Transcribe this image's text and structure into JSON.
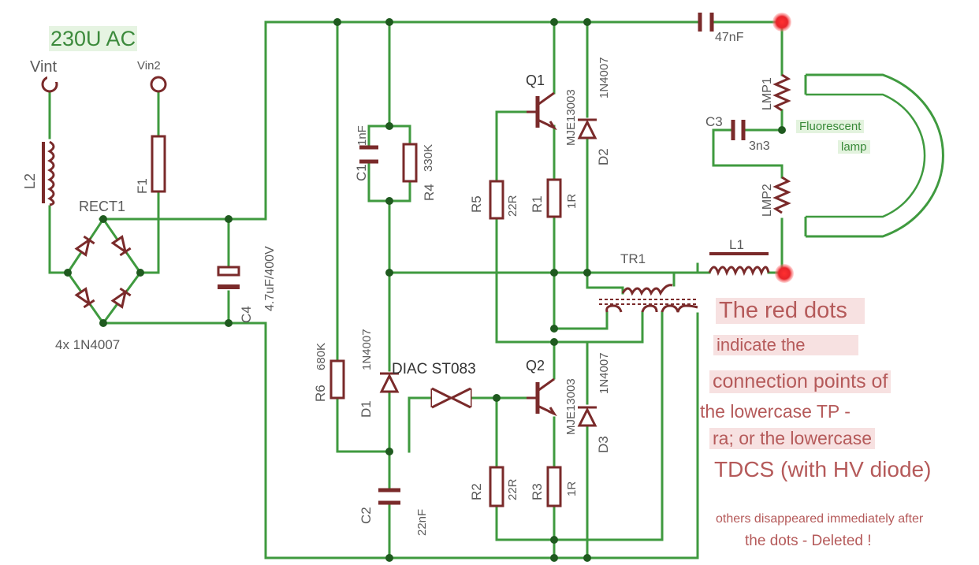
{
  "title": "230U AC",
  "terminals": {
    "vint": "Vint",
    "vin2": "Vin2"
  },
  "components": {
    "L2": "L2",
    "F1": "F1",
    "RECT1": "RECT1",
    "rect_part": "4x 1N4007",
    "C4": "C4",
    "C4_val": "4.7uF/400V",
    "C1": "C1",
    "C1_val": "1nF",
    "R4": "R4",
    "R4_val": "330K",
    "R6": "R6",
    "R6_val": "680K",
    "D1": "D1",
    "D1_part": "1N4007",
    "DIAC": "DIAC ST083",
    "C2": "C2",
    "C2_val": "22nF",
    "Q1": "Q1",
    "Q1_part": "MJE13003",
    "Q2": "Q2",
    "Q2_part": "MJE13003",
    "R5": "R5",
    "R5_val": "22R",
    "R1": "R1",
    "R1_val": "1R",
    "R2": "R2",
    "R2_val": "22R",
    "R3": "R3",
    "R3_val": "1R",
    "D2": "D2",
    "D2_part": "1N4007",
    "D3": "D3",
    "D3_part": "1N4007",
    "C6_val": "47nF",
    "C3": "C3",
    "C3_val": "3n3",
    "LMP1": "LMP1",
    "LMP2": "LMP2",
    "L1": "L1",
    "TR1": "TR1",
    "lamp_l1": "Fluorescent",
    "lamp_l2": "lamp"
  },
  "notes": {
    "line1": "The red dots",
    "line2": "indicate the",
    "line3": "connection points of",
    "line4": "the lowercase TP -",
    "line5": "ra; or the lowercase",
    "line6": "TDCS (with HV diode)",
    "line7": "others disappeared immediately after",
    "line8": "the dots - Deleted !"
  },
  "colors": {
    "wire": "#3f9a3f",
    "component": "#8a2a2a",
    "red_dot": "#e8242a",
    "label": "#5a5a5a",
    "note_text": "#b55a5a",
    "note_bg": "#f7e1e1"
  }
}
